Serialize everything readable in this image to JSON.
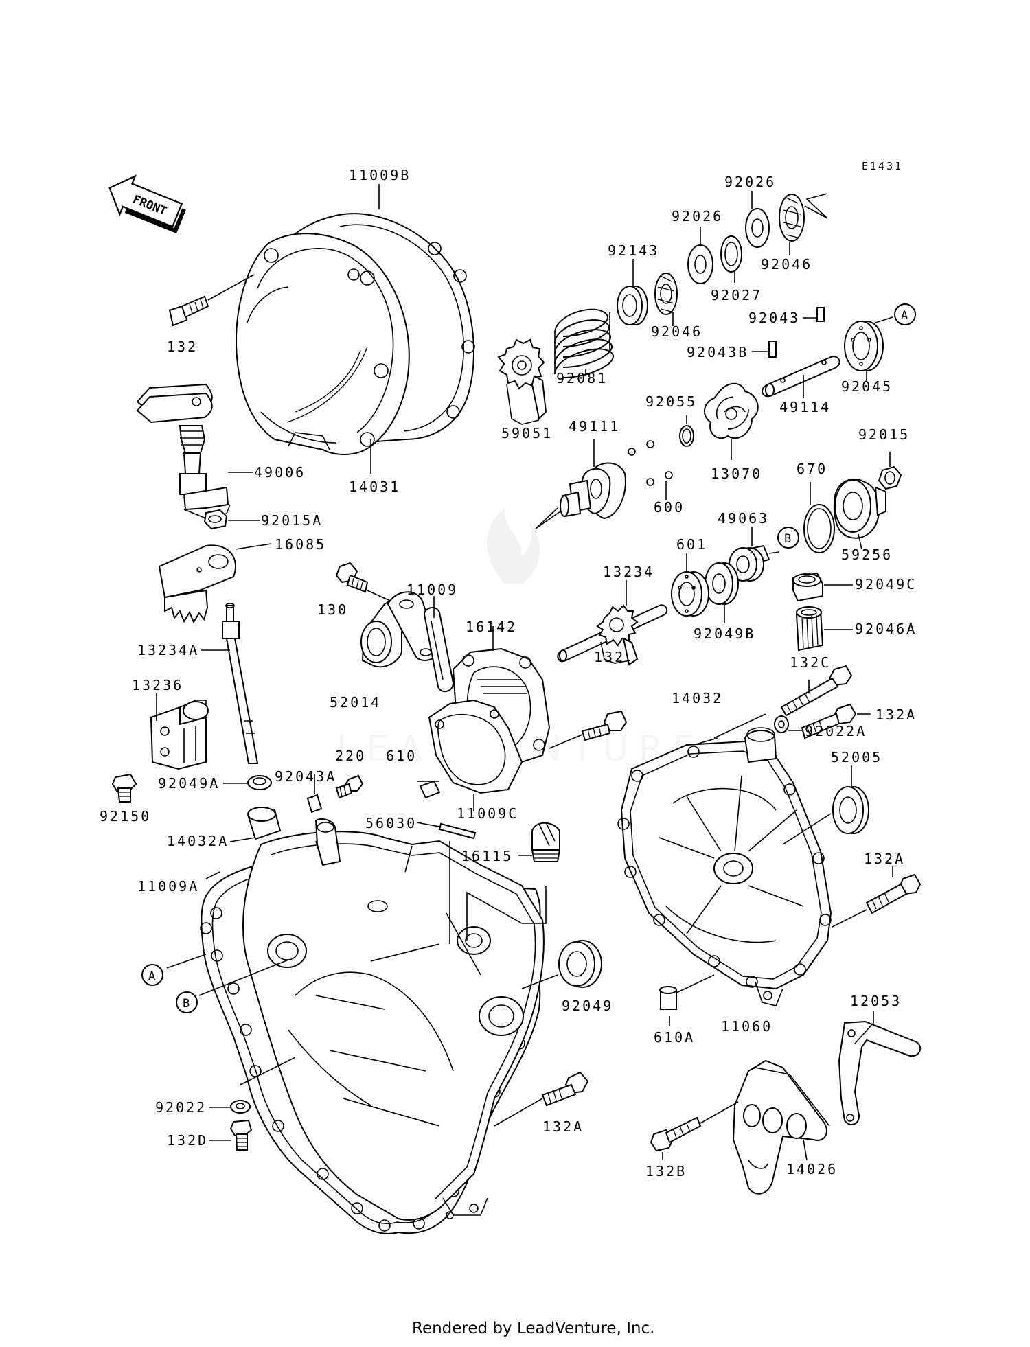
{
  "diagram": {
    "ref_code": "E1431",
    "front_label": "FRONT",
    "footer": "Rendered by LeadVenture, Inc.",
    "callouts": [
      "A",
      "B"
    ],
    "part_labels": {
      "p11009B": "11009B",
      "p132_top": "132",
      "p49006": "49006",
      "p14031": "14031",
      "p92015A": "92015A",
      "p16085": "16085",
      "p13234A": "13234A",
      "p13236": "13236",
      "p92049A": "92049A",
      "p92043A": "92043A",
      "p92150": "92150",
      "p14032A": "14032A",
      "p11009A": "11009A",
      "p92022": "92022",
      "p132D": "132D",
      "p130": "130",
      "p11009": "11009",
      "p52014": "52014",
      "p16142": "16142",
      "p132_mid": "132",
      "p220": "220",
      "p610": "610",
      "p11009C": "11009C",
      "p56030": "56030",
      "p16115": "16115",
      "p92049": "92049",
      "p132A_bottom": "132A",
      "p59051": "59051",
      "p92081": "92081",
      "p92143": "92143",
      "p92046_a": "92046",
      "p92026_a": "92026",
      "p92026_b": "92026",
      "p92027": "92027",
      "p92046_b": "92046",
      "p92043": "92043",
      "p92043B": "92043B",
      "p92045": "92045",
      "p49114": "49114",
      "p92055": "92055",
      "p13070": "13070",
      "p49111": "49111",
      "p600": "600",
      "p92015": "92015",
      "p670": "670",
      "p49063": "49063",
      "p59256": "59256",
      "p601": "601",
      "p13234": "13234",
      "p92049B": "92049B",
      "p92049C": "92049C",
      "p92046A": "92046A",
      "p132C": "132C",
      "p132A_top": "132A",
      "p14032": "14032",
      "p92022A": "92022A",
      "p52005": "52005",
      "p132A_right": "132A",
      "p610A": "610A",
      "p11060": "11060",
      "p12053": "12053",
      "p132B": "132B",
      "p14026": "14026"
    }
  }
}
